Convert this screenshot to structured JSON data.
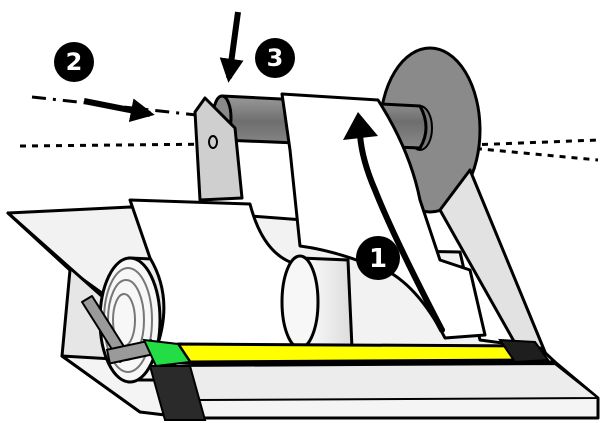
{
  "diagram": {
    "callouts": [
      {
        "id": "1",
        "label": "1"
      },
      {
        "id": "2",
        "label": "2"
      },
      {
        "id": "3",
        "label": "3"
      }
    ],
    "colors": {
      "outline": "#000000",
      "paper": "#ffffff",
      "housing_light": "#eeeeee",
      "housing_mid": "#cfcfcf",
      "roller": "#7d7d7d",
      "disc": "#8a8a8a",
      "strip_yellow": "#ffff00",
      "marker_green": "#22dd44",
      "badge_bg": "#000000",
      "badge_fg": "#ffffff"
    }
  }
}
